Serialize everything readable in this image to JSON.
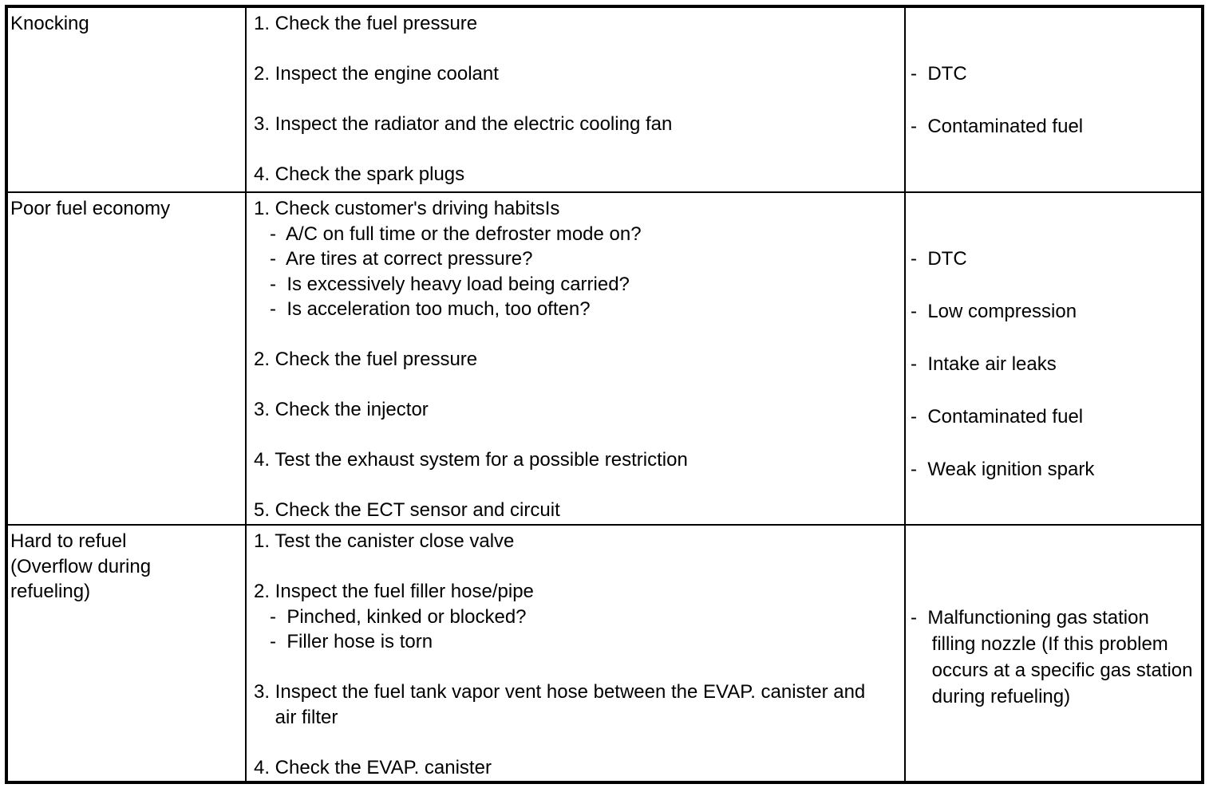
{
  "colors": {
    "text": "#000000",
    "border": "#000000",
    "background": "#ffffff"
  },
  "table": {
    "rows": [
      {
        "symptom": "Knocking",
        "inspections": "1. Check the fuel pressure\n\n2. Inspect the engine coolant\n\n3. Inspect the radiator and the electric cooling fan\n\n4. Check the spark plugs",
        "causes": "\n\n-  DTC\n\n-  Contaminated fuel"
      },
      {
        "symptom": "Poor fuel economy",
        "inspections": "1. Check customer's driving habitsIs\n   -  A/C on full time or the defroster mode on?\n   -  Are tires at correct pressure?\n   -  Is excessively heavy load being carried?\n   -  Is acceleration too much, too often?\n\n2. Check the fuel pressure\n\n3. Check the injector\n\n4. Test the exhaust system for a possible restriction\n\n5. Check the ECT sensor and circuit",
        "causes": "\n\n-  DTC\n\n-  Low compression\n\n-  Intake air leaks\n\n-  Contaminated fuel\n\n-  Weak ignition spark"
      },
      {
        "symptom": "Hard to refuel\n(Overflow during\nrefueling)",
        "inspections": "1. Test the canister close valve\n\n2. Inspect the fuel filler hose/pipe\n   -  Pinched, kinked or blocked?\n   -  Filler hose is torn\n\n3. Inspect the fuel tank vapor vent hose between the EVAP. canister and\n    air filter\n\n4. Check the EVAP. canister",
        "causes": "\n\n\n-  Malfunctioning gas station\n    filling nozzle (If this problem\n    occurs at a specific gas station\n    during refueling)"
      }
    ]
  }
}
